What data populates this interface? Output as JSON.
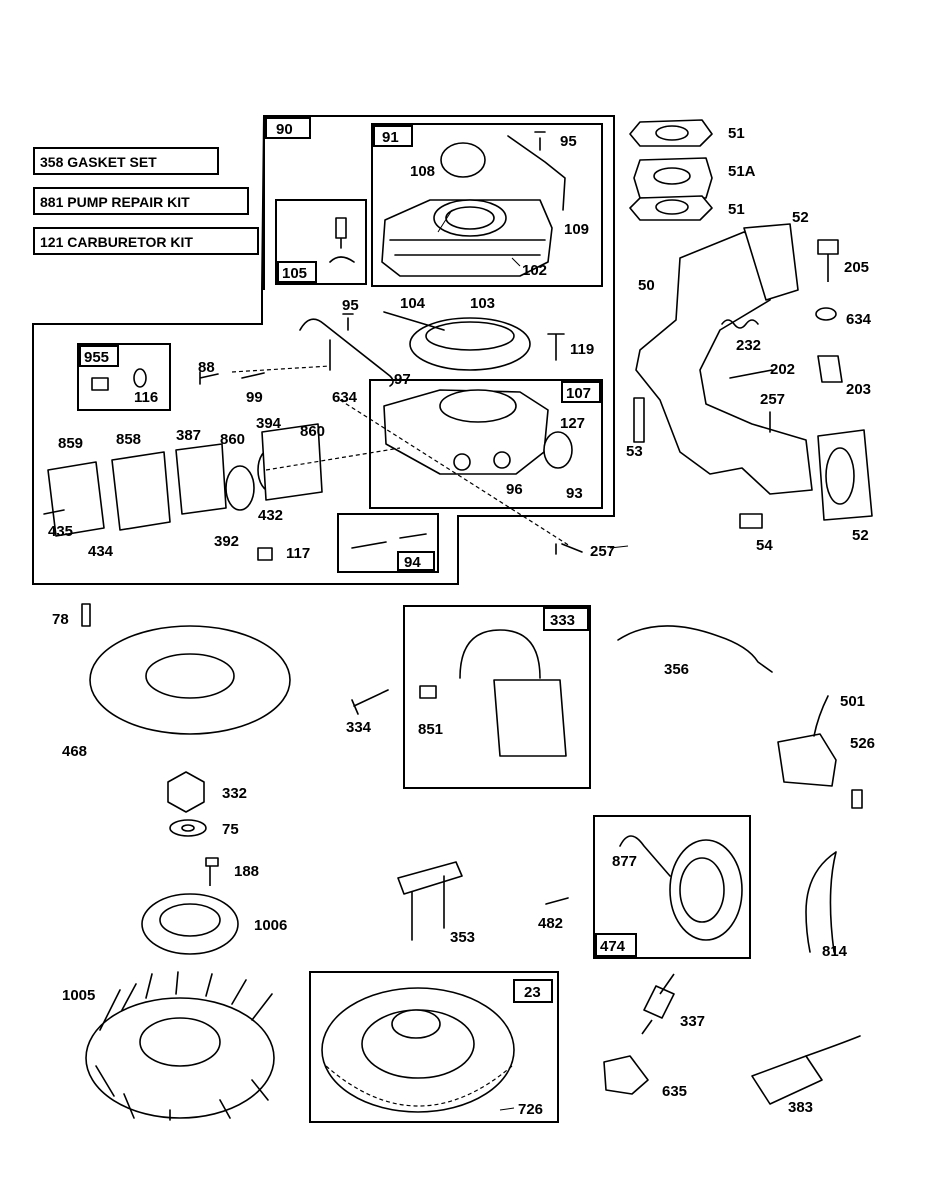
{
  "kits": [
    {
      "number": "358",
      "name": "GASKET SET"
    },
    {
      "number": "881",
      "name": "PUMP REPAIR KIT"
    },
    {
      "number": "121",
      "name": "CARBURETOR KIT"
    }
  ],
  "group_boxes": [
    "90",
    "91",
    "105",
    "107",
    "955",
    "94",
    "333",
    "474",
    "23"
  ],
  "labels": [
    "95",
    "108",
    "109",
    "102",
    "104",
    "103",
    "119",
    "95",
    "88",
    "99",
    "634",
    "97",
    "116",
    "394",
    "387",
    "860",
    "860",
    "859",
    "858",
    "127",
    "96",
    "93",
    "435",
    "434",
    "392",
    "432",
    "117",
    "257",
    "51",
    "51A",
    "51",
    "52",
    "50",
    "205",
    "634",
    "232",
    "202",
    "203",
    "257",
    "53",
    "54",
    "52",
    "78",
    "468",
    "334",
    "851",
    "356",
    "501",
    "526",
    "332",
    "75",
    "188",
    "1006",
    "353",
    "482",
    "877",
    "814",
    "1005",
    "337",
    "635",
    "726",
    "383"
  ]
}
